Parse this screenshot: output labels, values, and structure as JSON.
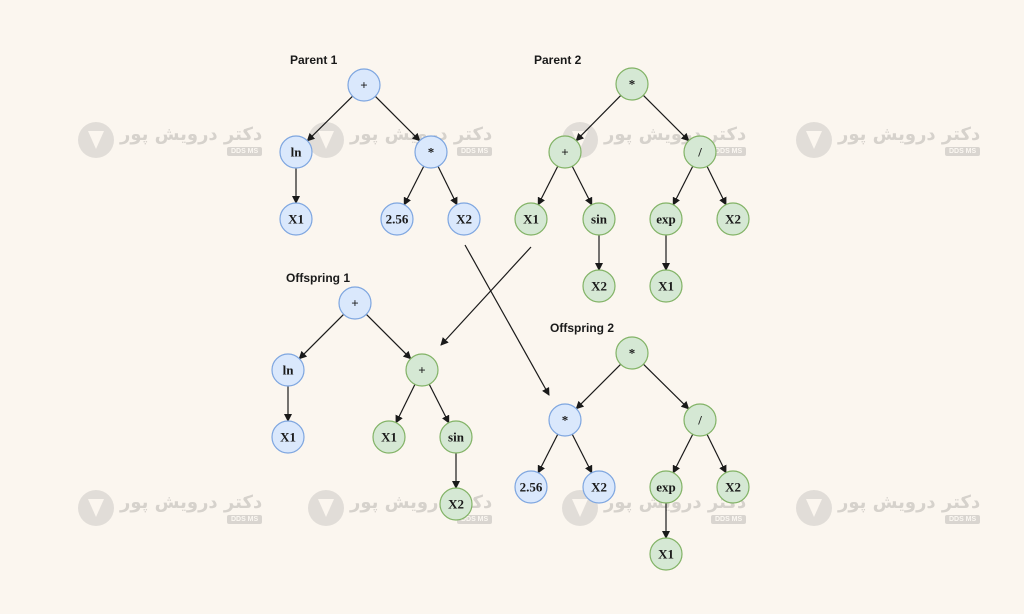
{
  "watermark": {
    "title": "دکتر درویش پور",
    "badge": "DDS MS"
  },
  "labels": {
    "parent1": "Parent 1",
    "parent2": "Parent 2",
    "offspring1": "Offspring 1",
    "offspring2": "Offspring 2"
  },
  "colors": {
    "blue_fill": "#dae8fc",
    "blue_stroke": "#7ea6e0",
    "green_fill": "#d5e8d4",
    "green_stroke": "#82b366"
  },
  "trees": {
    "parent1": {
      "root": {
        "label": "+",
        "color": "blue"
      },
      "ln": {
        "label": "ln",
        "color": "blue"
      },
      "x1": {
        "label": "X1",
        "color": "blue"
      },
      "mul": {
        "label": "*",
        "color": "blue"
      },
      "c256": {
        "label": "2.56",
        "color": "blue"
      },
      "x2": {
        "label": "X2",
        "color": "blue"
      }
    },
    "parent2": {
      "root": {
        "label": "*",
        "color": "green"
      },
      "plus": {
        "label": "+",
        "color": "green"
      },
      "div": {
        "label": "/",
        "color": "green"
      },
      "x1": {
        "label": "X1",
        "color": "green"
      },
      "sin": {
        "label": "sin",
        "color": "green"
      },
      "exp": {
        "label": "exp",
        "color": "green"
      },
      "x2a": {
        "label": "X2",
        "color": "green"
      },
      "sinx2": {
        "label": "X2",
        "color": "green"
      },
      "expx1": {
        "label": "X1",
        "color": "green"
      }
    },
    "offspring1": {
      "root": {
        "label": "+",
        "color": "blue"
      },
      "ln": {
        "label": "ln",
        "color": "blue"
      },
      "x1": {
        "label": "X1",
        "color": "blue"
      },
      "plus": {
        "label": "+",
        "color": "green"
      },
      "px1": {
        "label": "X1",
        "color": "green"
      },
      "sin": {
        "label": "sin",
        "color": "green"
      },
      "sinx2": {
        "label": "X2",
        "color": "green"
      }
    },
    "offspring2": {
      "root": {
        "label": "*",
        "color": "green"
      },
      "mul": {
        "label": "*",
        "color": "blue"
      },
      "div": {
        "label": "/",
        "color": "green"
      },
      "c256": {
        "label": "2.56",
        "color": "blue"
      },
      "x2": {
        "label": "X2",
        "color": "blue"
      },
      "exp": {
        "label": "exp",
        "color": "green"
      },
      "dx2": {
        "label": "X2",
        "color": "green"
      },
      "expx1": {
        "label": "X1",
        "color": "green"
      }
    }
  }
}
